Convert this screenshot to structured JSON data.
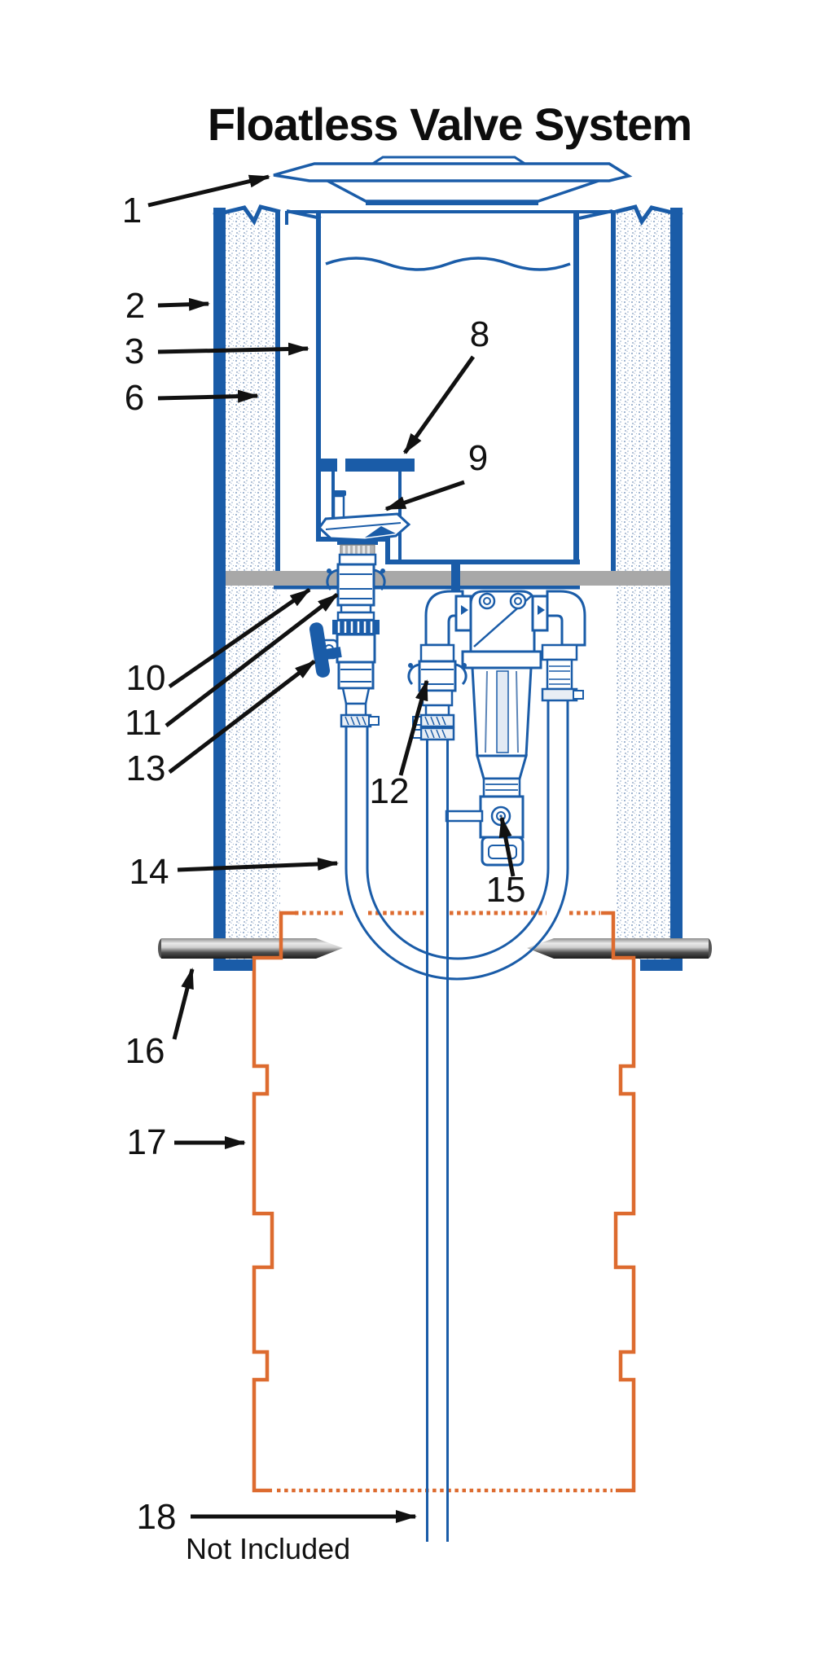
{
  "title": "Floatless Valve System",
  "note": "Not Included",
  "callouts": {
    "c1": "1",
    "c2": "2",
    "c3": "3",
    "c6": "6",
    "c8": "8",
    "c9": "9",
    "c10": "10",
    "c11": "11",
    "c12": "12",
    "c13": "13",
    "c14": "14",
    "c15": "15",
    "c16": "16",
    "c17": "17",
    "c18": "18"
  },
  "colors": {
    "diagram_blue": "#1A5CA8",
    "casing_orange": "#DD6B2F",
    "platform_gray": "#A8A8A8",
    "metal_bar_dark": "#1B1B1B",
    "label_black": "#111111",
    "background": "#FFFFFF"
  }
}
